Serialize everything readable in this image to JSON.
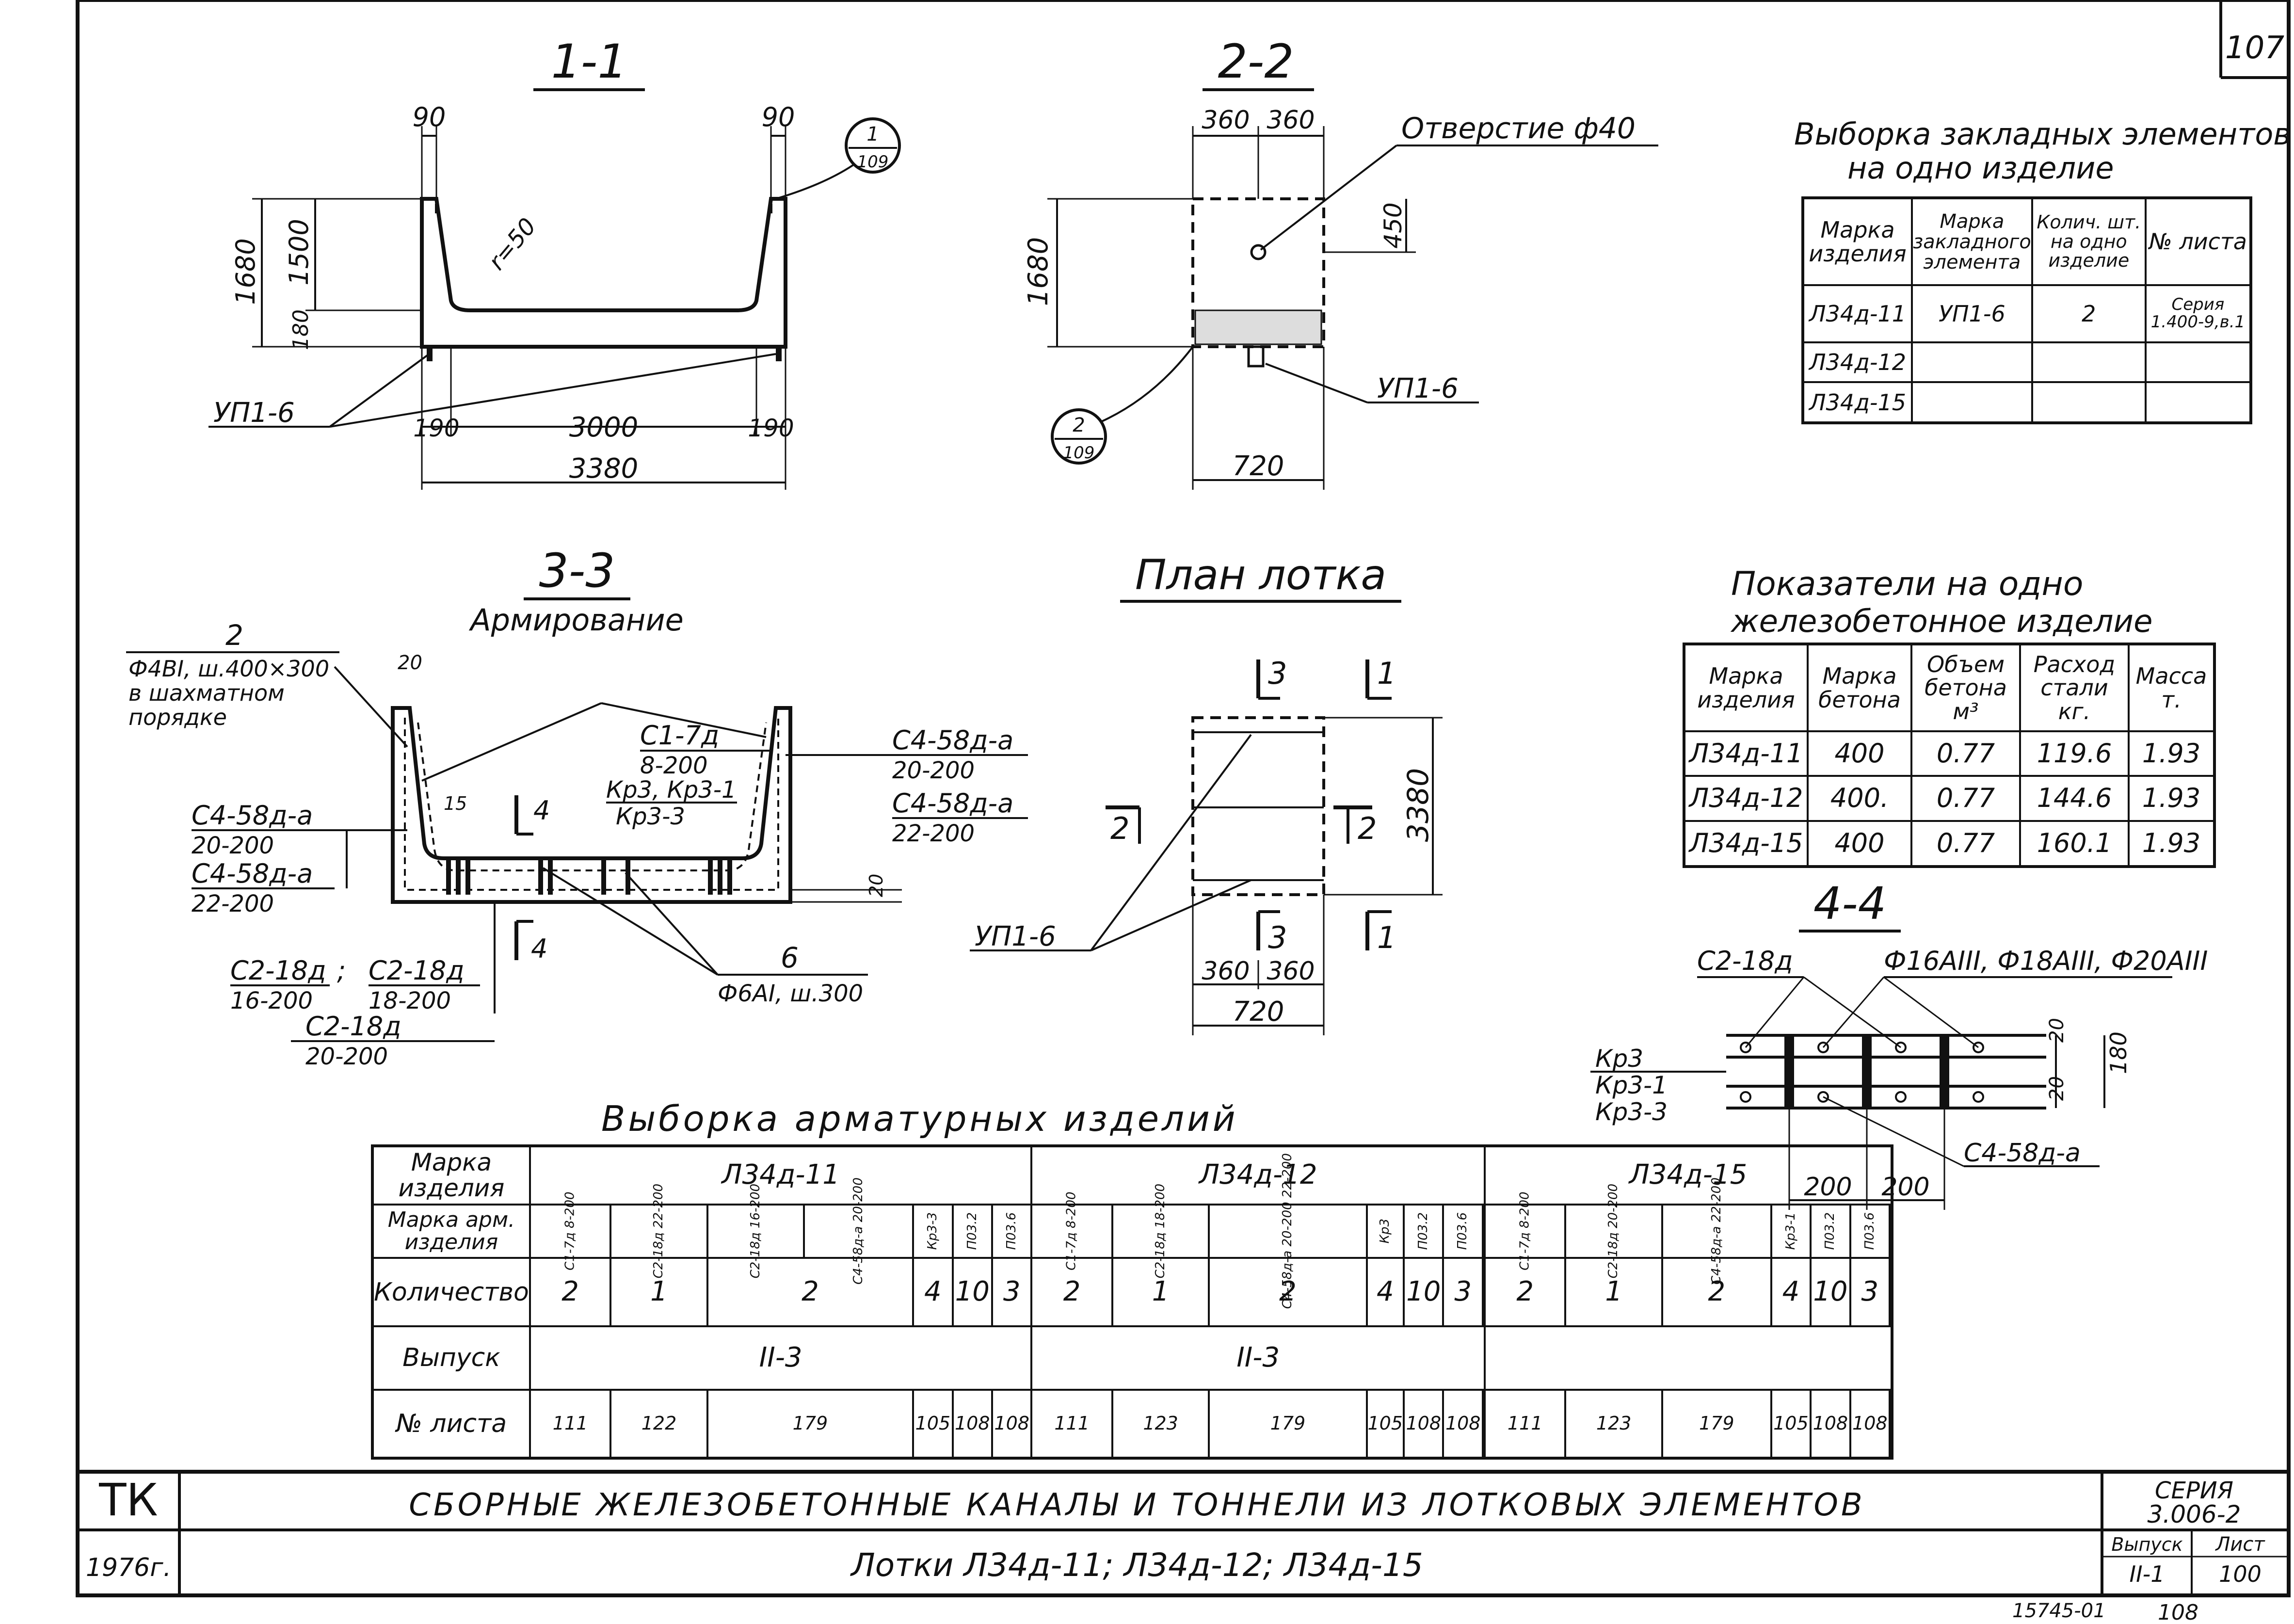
{
  "sheet": {
    "corner_number": "107",
    "footer_code": "15745-01",
    "footer_page": "108"
  },
  "title_block": {
    "org": "ТК",
    "year": "1976г.",
    "main_title": "СБОРНЫЕ ЖЕЛЕЗОБЕТОННЫЕ КАНАЛЫ И ТОННЕЛИ ИЗ ЛОТКОВЫХ ЭЛЕМЕНТОВ",
    "sub_title": "Лотки Л34д-11; Л34д-12; Л34д-15",
    "series_label": "СЕРИЯ",
    "series_value": "3.006-2",
    "issue_label": "Выпуск",
    "issue_value": "II-1",
    "sheet_label": "Лист",
    "sheet_value": "100"
  },
  "section_1_1": {
    "title": "1-1",
    "dims": {
      "top_left": "90",
      "top_right": "90",
      "height_total": "1680",
      "height_wall": "1500",
      "height_base": "180",
      "radius": "r=50",
      "bot_left": "190",
      "bot_mid": "3000",
      "bot_right": "190",
      "overall": "3380"
    },
    "label_embed": "УП1-6",
    "callout_num": "1",
    "callout_sheet": "109"
  },
  "section_2_2": {
    "title": "2-2",
    "dims": {
      "top_left": "360",
      "top_right": "360",
      "height": "1680",
      "hole_height": "450",
      "width": "720"
    },
    "hole_label": "Отверстие ф40",
    "label_embed": "УП1-6",
    "callout_num": "2",
    "callout_sheet": "109"
  },
  "section_3_3": {
    "title": "3-3",
    "subtitle": "Армирование",
    "labels": {
      "l2_num": "2",
      "l2_a": "Ф4ВI, ш.400×300",
      "l2_b": "в шахматном",
      "l2_c": "порядке",
      "c17_top": "С1-7д",
      "c17_bot": "8-200",
      "c458_r1_top": "С4-58д-а",
      "c458_r1_bot": "20-200",
      "c458_r2_top": "С4-58д-а",
      "c458_r2_bot": "22-200",
      "c458_l1_top": "С4-58д-а",
      "c458_l1_bot": "20-200",
      "c458_l2_top": "С4-58д-а",
      "c458_l2_bot": "22-200",
      "kr_top": "Кр3, Кр3-1",
      "kr_bot": "Кр3-3",
      "c218_a_top": "С2-18д",
      "c218_a_bot": "16-200",
      "c218_b_top": "С2-18д",
      "c218_b_bot": "18-200",
      "c218_c_top": "С2-18д",
      "c218_c_bot": "20-200",
      "l6_num": "6",
      "l6_txt": "Ф6АI, ш.300",
      "dim20_top": "20",
      "dim15": "15",
      "dim20_bot": "20",
      "cut4": "4"
    }
  },
  "plan": {
    "title": "План лотка",
    "cut3": "3",
    "cut1": "1",
    "cut2": "2",
    "dim_len": "3380",
    "dim_a": "360",
    "dim_b": "360",
    "dim_w": "720",
    "label_embed": "УП1-6"
  },
  "section_4_4": {
    "title": "4-4",
    "label_c218": "С2-18д",
    "label_bars": "Ф16АIII, Ф18АIII, Ф20АIII",
    "label_kr3": "Кр3",
    "label_kr31": "Кр3-1",
    "label_kr33": "Кр3-3",
    "label_c458": "С4-58д-а",
    "dim_20a": "20",
    "dim_20b": "20",
    "dim_180": "180",
    "dim_200a": "200",
    "dim_200b": "200"
  },
  "embedded_table": {
    "title_1": "Выборка закладных элементов",
    "title_2": "на одно изделие",
    "headers": [
      "Марка изделия",
      "Марка закладного элемента",
      "Колич. шт. на одно изделие",
      "№ листа"
    ],
    "rows": [
      [
        "Л34д-11",
        "УП1-6",
        "2",
        "Серия 1.400-9,в.1"
      ],
      [
        "Л34д-12",
        "",
        "",
        ""
      ],
      [
        "Л34д-15",
        "",
        "",
        ""
      ]
    ]
  },
  "indicators_table": {
    "title_1": "Показатели на одно",
    "title_2": "железобетонное изделие",
    "headers": [
      "Марка изделия",
      "Марка бетона",
      "Объем бетона м³",
      "Расход стали кг.",
      "Масса т."
    ],
    "rows": [
      [
        "Л34д-11",
        "400",
        "0.77",
        "119.6",
        "1.93"
      ],
      [
        "Л34д-12",
        "400.",
        "0.77",
        "144.6",
        "1.93"
      ],
      [
        "Л34д-15",
        "400",
        "0.77",
        "160.1",
        "1.93"
      ]
    ]
  },
  "rebar_table": {
    "title": "Выборка арматурных изделий",
    "h_mark": "Марка изделия",
    "h_arm": "Марка арм. изделия",
    "h_qty": "Количество",
    "h_issue": "Выпуск",
    "h_sheet": "№ листа",
    "groups": [
      {
        "name": "Л34д-11",
        "items": [
          "С1-7д 8-200",
          "С2-18д 22-200",
          "С2-18д 16-200",
          "С4-58д-а 20-200",
          "Кр3-3",
          "П03.2",
          "П03.6"
        ],
        "qty": [
          "2",
          "1",
          "2",
          "4",
          "10",
          "3"
        ],
        "issue": "II-3",
        "sheets": [
          "111",
          "122",
          "179",
          "105",
          "108",
          "108"
        ]
      },
      {
        "name": "Л34д-12",
        "items": [
          "С1-7д 8-200",
          "С2-18д 18-200",
          "С4-58д-а 20-200 22-200",
          "Кр3",
          "П03.2",
          "П03.6"
        ],
        "qty": [
          "2",
          "1",
          "2",
          "4",
          "10",
          "3"
        ],
        "issue": "II-3",
        "sheets": [
          "111",
          "123",
          "179",
          "105",
          "108",
          "108"
        ]
      },
      {
        "name": "Л34д-15",
        "items": [
          "С1-7д 8-200",
          "С2-18д 20-200",
          "С4-58д-а 22-200",
          "Кр3-1",
          "П03.2",
          "П03.6"
        ],
        "qty": [
          "2",
          "1",
          "2",
          "4",
          "10",
          "3"
        ],
        "issue": "",
        "sheets": [
          "111",
          "123",
          "179",
          "105",
          "108",
          "108"
        ]
      }
    ]
  }
}
